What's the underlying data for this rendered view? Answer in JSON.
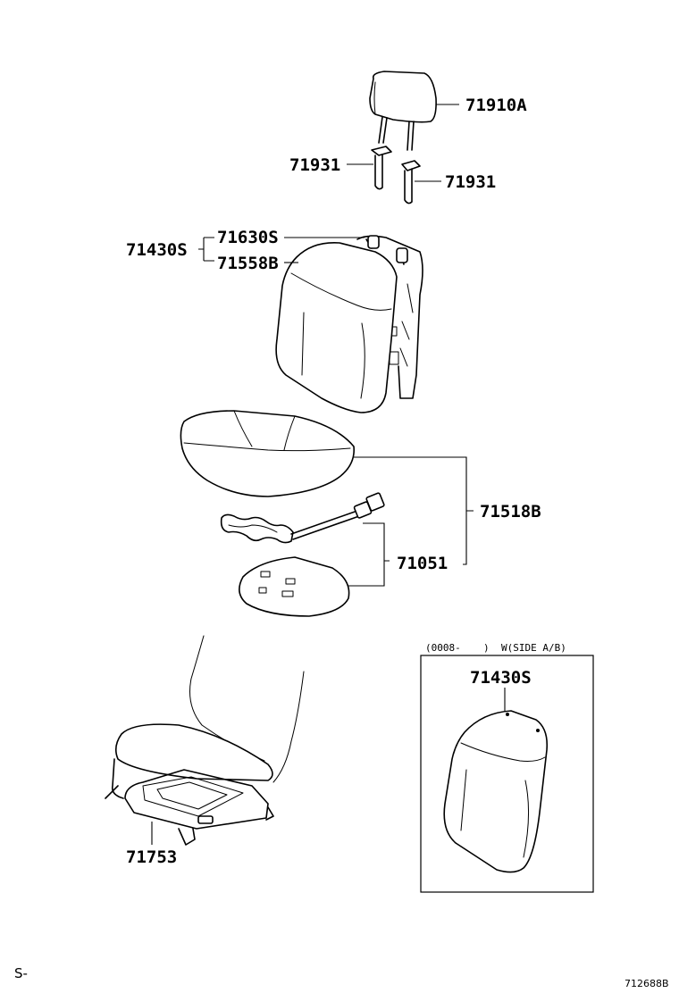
{
  "parts": {
    "headrest": "71910A",
    "support_left": "71931",
    "support_right": "71931",
    "back_assembly": "71430S",
    "back_pad": "71630S",
    "back_cover": "71558B",
    "cushion_cover": "71518B",
    "heater": "71051",
    "cushion_frame": "71753"
  },
  "inset": {
    "header_code": "(0008-",
    "header_close": ")",
    "header_condition": "W(SIDE A/B)",
    "part": "71430S"
  },
  "footer": {
    "prefix": "S-",
    "diagram_id": "712688B"
  }
}
